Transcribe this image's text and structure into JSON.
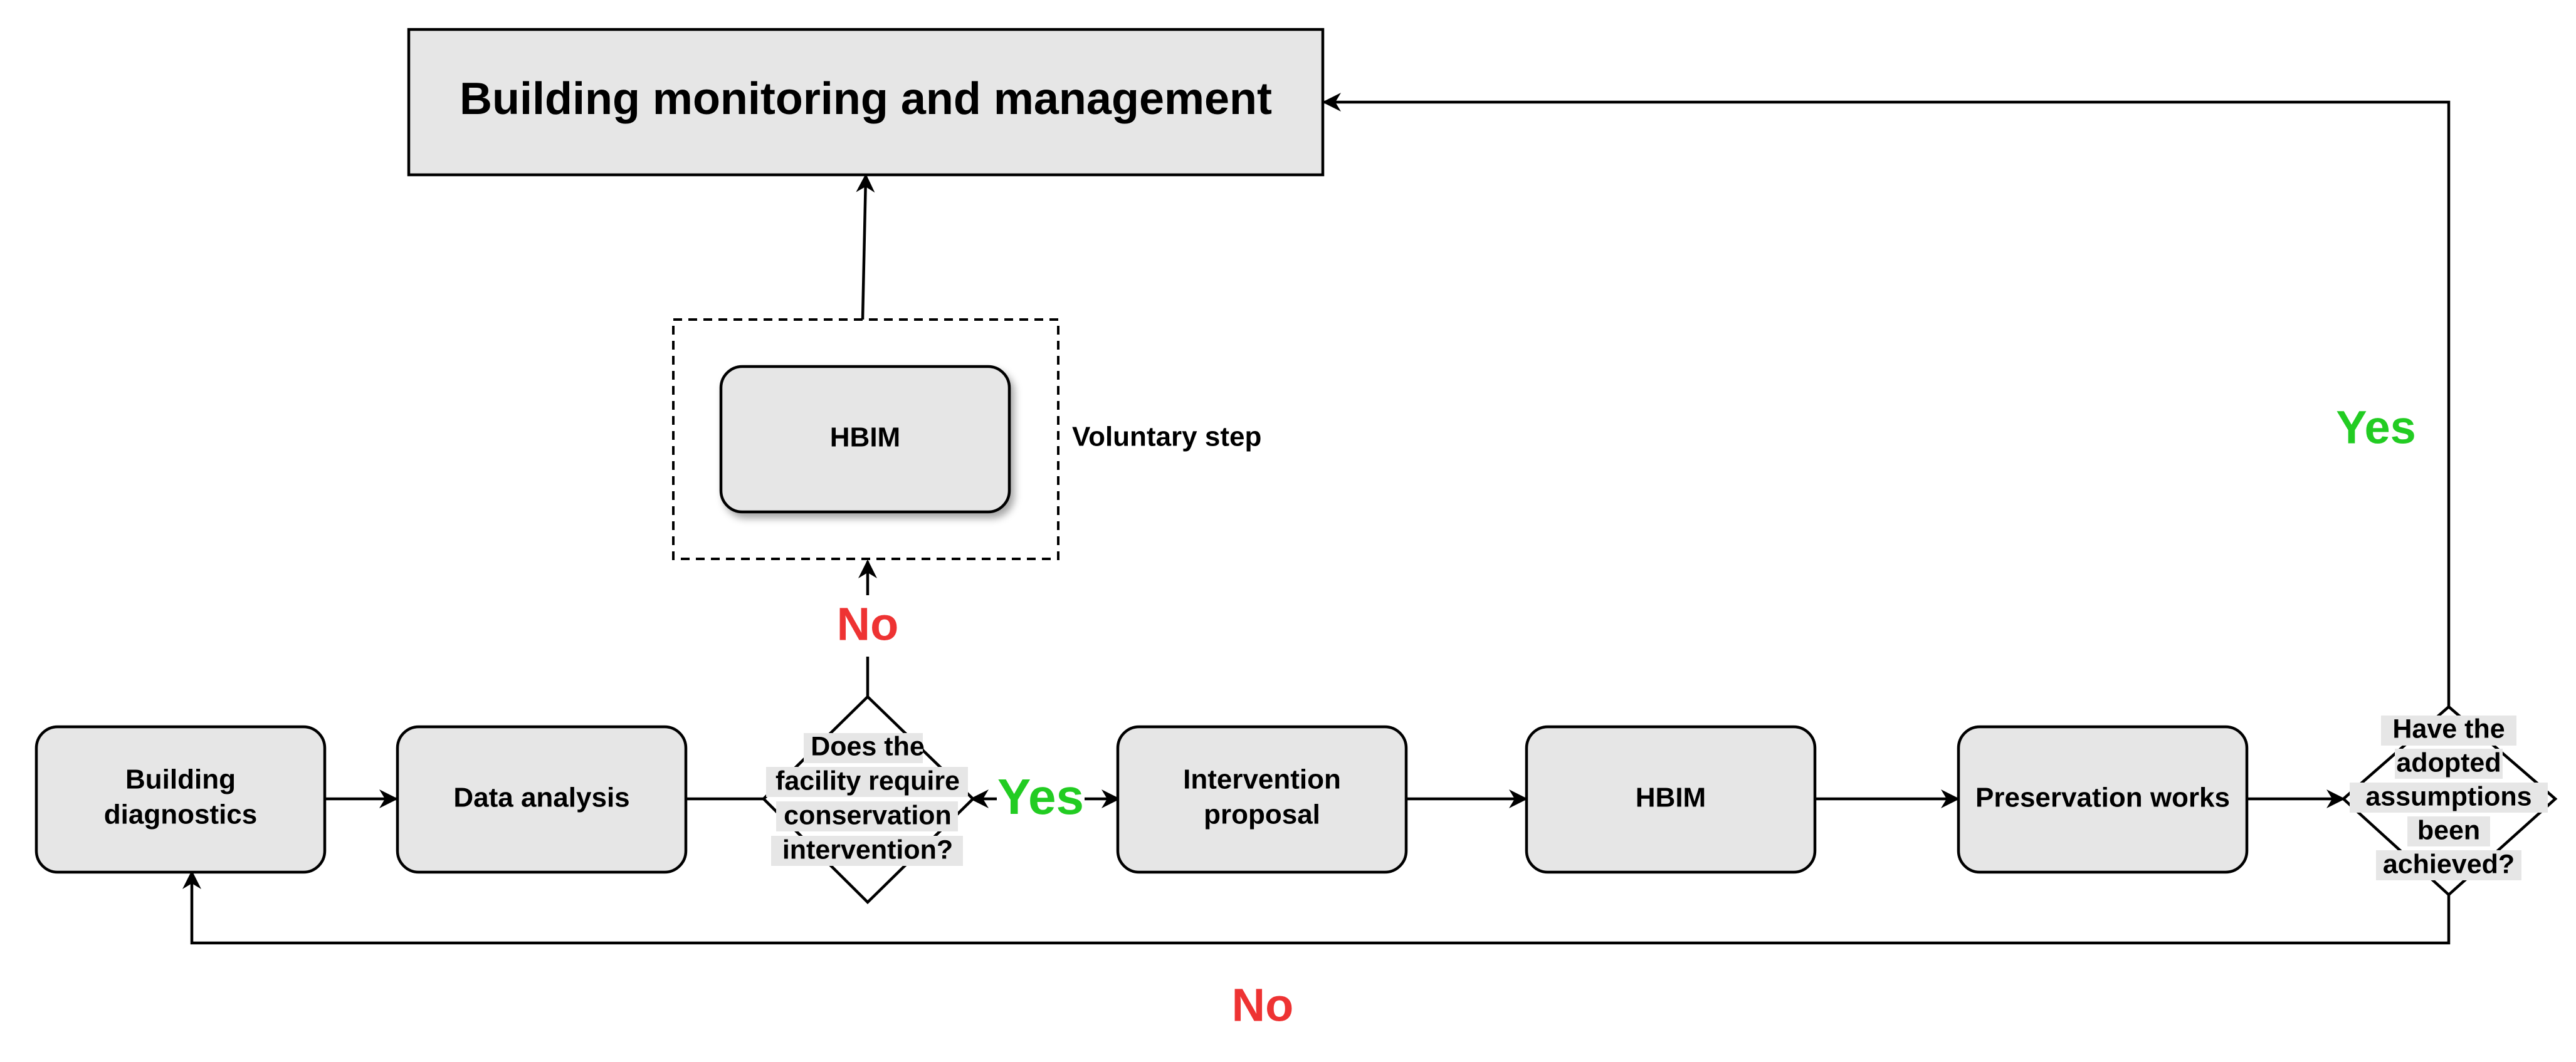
{
  "diagram": {
    "title": "Building monitoring and management",
    "nodes": {
      "building_diagnostics": [
        "Building",
        "diagnostics"
      ],
      "data_analysis": "Data analysis",
      "hbim_optional": "HBIM",
      "intervention_proposal": [
        "Intervention",
        "proposal"
      ],
      "hbim_main": "HBIM",
      "preservation_works": "Preservation works"
    },
    "decisions": {
      "conservation": [
        "Does the",
        "facility require",
        "conservation",
        "intervention?"
      ],
      "assumptions": [
        "Have the",
        "adopted",
        "assumptions",
        "been",
        "achieved?"
      ]
    },
    "voluntary_step_label": "Voluntary step",
    "edge_labels": {
      "conservation_yes": "Yes",
      "conservation_no": "No",
      "assumptions_yes": "Yes",
      "assumptions_no": "No"
    },
    "colors": {
      "box_fill": "#e6e6e6",
      "stroke": "#000000",
      "yes": "#22cc22",
      "no": "#ee3333"
    }
  }
}
